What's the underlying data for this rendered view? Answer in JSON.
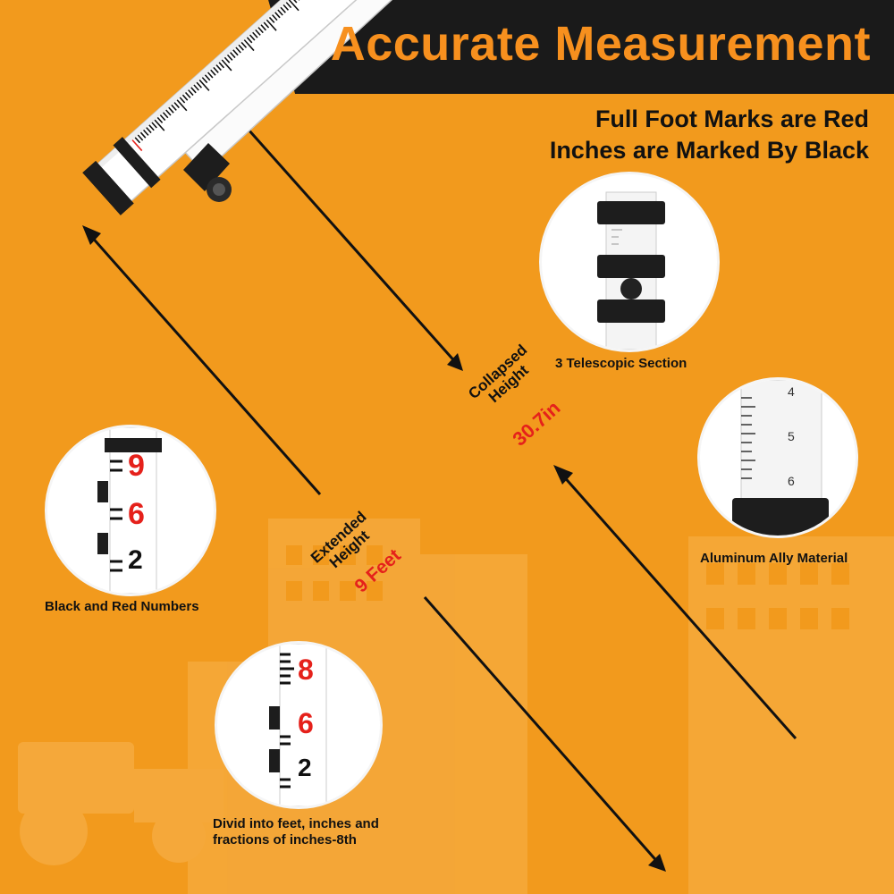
{
  "title": "Accurate Measurement",
  "subtitle_line1": "Full Foot Marks are Red",
  "subtitle_line2": "Inches are Marked By Black",
  "collapsed": {
    "label_line1": "Collapsed",
    "label_line2": "Height",
    "value": "30.7in"
  },
  "extended": {
    "label_line1": "Extended",
    "label_line2": "Height",
    "value": "9 Feet"
  },
  "callouts": {
    "telescopic": "3 Telescopic Section",
    "material": "Aluminum Ally Material",
    "numbers": "Black and Red Numbers",
    "fractions_line1": "Divid into feet, inches and",
    "fractions_line2": "fractions of inches-8th"
  },
  "colors": {
    "background": "#f29a1d",
    "banner": "#1a1a1a",
    "title": "#f7901e",
    "red_marks": "#e5211b",
    "rod": "#ffffff"
  }
}
